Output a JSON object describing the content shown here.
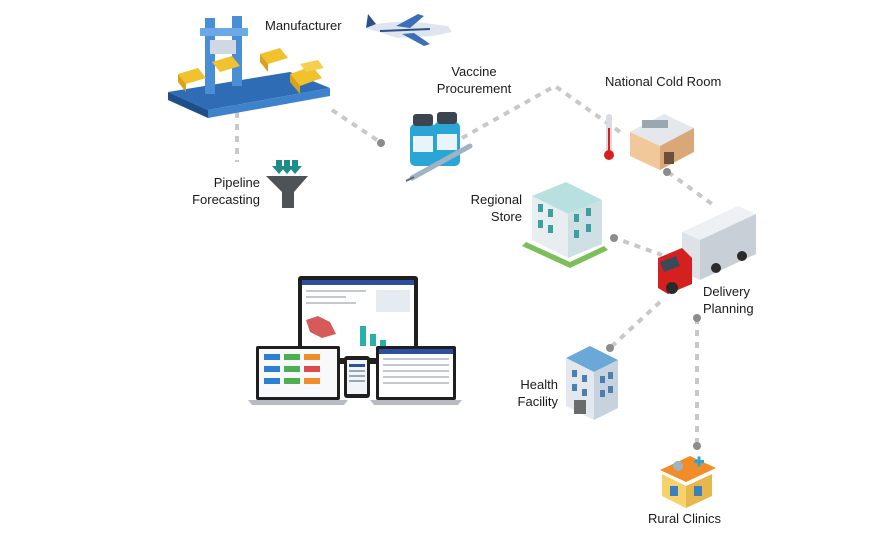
{
  "nodes": {
    "manufacturer": {
      "label": "Manufacturer",
      "icon": "factory-conveyor-icon"
    },
    "airplane": {
      "icon": "airplane-icon"
    },
    "vaccine_procurement": {
      "line1": "Vaccine",
      "line2": "Procurement",
      "icon": "vaccine-vials-icon"
    },
    "national_cold_room": {
      "label": "National Cold Room",
      "icon": "cold-room-building-icon"
    },
    "pipeline_forecasting": {
      "line1": "Pipeline",
      "line2": "Forecasting",
      "icon": "funnel-icon"
    },
    "regional_store": {
      "line1": "Regional",
      "line2": "Store",
      "icon": "office-building-icon"
    },
    "delivery_planning": {
      "line1": "Delivery",
      "line2": "Planning",
      "icon": "delivery-truck-icon"
    },
    "health_facility": {
      "line1": "Health",
      "line2": "Facility",
      "icon": "health-facility-icon"
    },
    "rural_clinics": {
      "label": "Rural Clinics",
      "icon": "rural-clinic-icon"
    },
    "dashboard_devices": {
      "icon": "multi-device-dashboard-icon"
    }
  },
  "colors": {
    "connector": "#c8c8c8",
    "node_dot": "#8c8c8c",
    "vaccine_blue": "#2aa6d6",
    "truck_red": "#d6201f",
    "funnel": "#4d5357",
    "funnel_arrows": "#1e8c8a"
  }
}
